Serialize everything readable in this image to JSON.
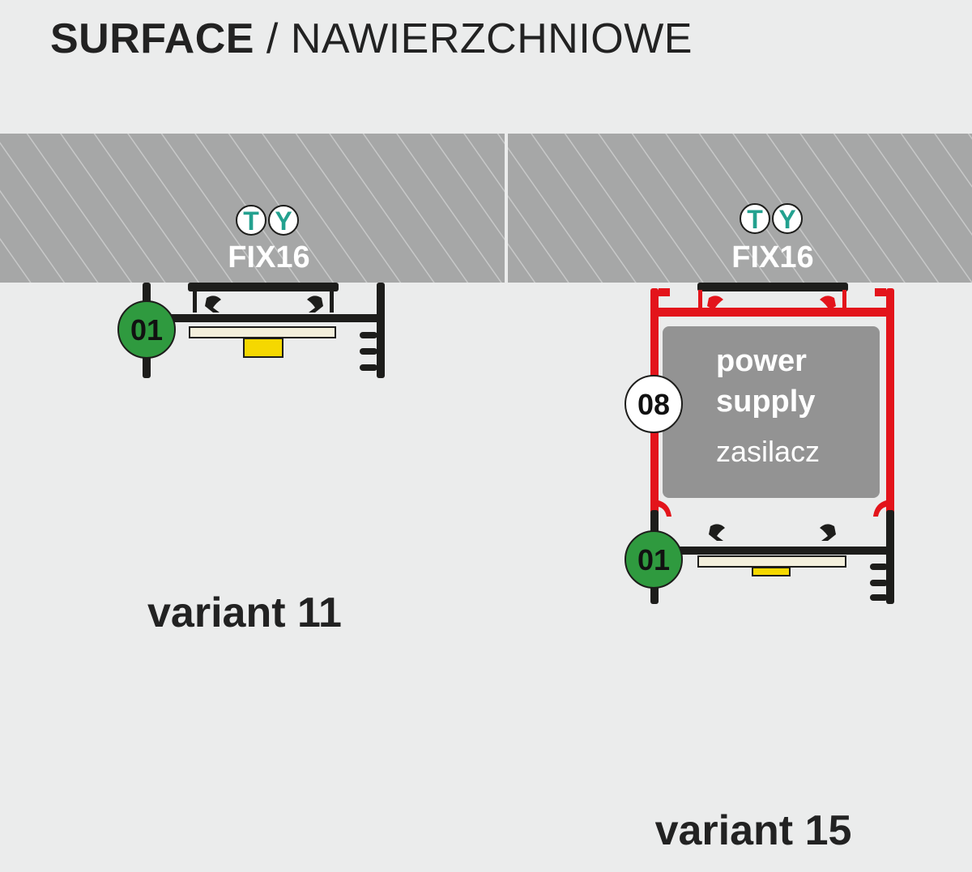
{
  "title": {
    "bold": "SURFACE",
    "separator": " / ",
    "regular": "NAWIERZCHNIOWE"
  },
  "colors": {
    "background": "#ebecec",
    "ceiling": "#a6a7a7",
    "profile": "#1d1d1b",
    "housing_red": "#e3141b",
    "power_supply": "#939393",
    "badge_green": "#2f9a3f",
    "accent_teal": "#23a18f",
    "led_yellow": "#f5d800",
    "diffuser": "#f3efdc"
  },
  "variant11": {
    "mount_badges": [
      "T",
      "Y"
    ],
    "mount_label": "FIX16",
    "profile_badge": "01",
    "label": "variant 11"
  },
  "variant15": {
    "mount_badges": [
      "T",
      "Y"
    ],
    "mount_label": "FIX16",
    "housing_badge": "08",
    "power_supply": {
      "line1": "power",
      "line2": "supply",
      "line3": "zasilacz"
    },
    "profile_badge": "01",
    "label": "variant 15"
  }
}
